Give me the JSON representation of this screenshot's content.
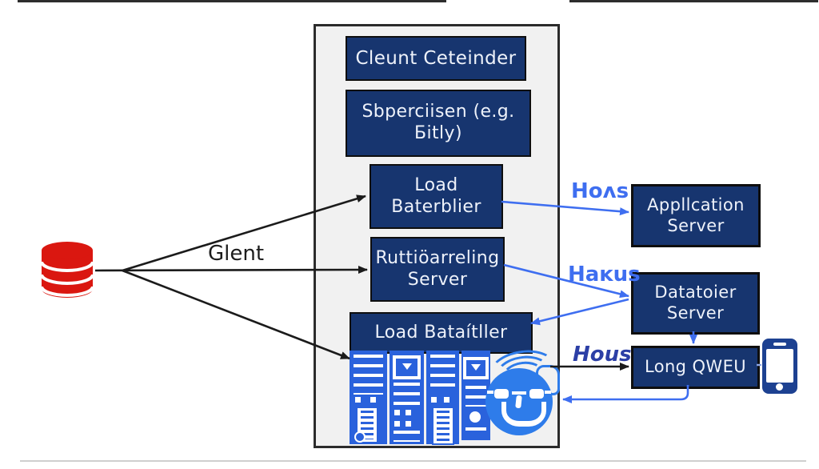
{
  "labels": {
    "client": "Glent",
    "edge_top": "Hoʌs",
    "edge_mid": "Haĸus",
    "edge_bottom": "Hous"
  },
  "center_boxes": {
    "box1": "Cleunt Ceteinder",
    "box2_line1": "Sbperciisen (e.g.",
    "box2_line2": "Бitly)",
    "box3_line1": "Load",
    "box3_line2": "Baterblier",
    "box4_line1": "Ruttiöarreling",
    "box4_line2": "Server",
    "box5": "Load Bataítller"
  },
  "right_boxes": {
    "application_line1": "Appllcation",
    "application_line2": "Server",
    "database_line1": "Datatoier",
    "database_line2": "Server",
    "queue": "Long QWEU"
  },
  "icons": {
    "database": "database-cylinder-icon",
    "server_racks": "server-rack-icons",
    "user_face": "user-face-icon",
    "phone": "smartphone-icon"
  },
  "colors": {
    "box_navy": "#17356f",
    "arrow_blue": "#3e6ef0",
    "label_dark_blue": "#2c3fa6",
    "arrow_black": "#1b1b1b",
    "database_red": "#da1710",
    "rack_blue": "#2a62dc",
    "face_blue": "#2e7cea",
    "phone_navy": "#1d4191",
    "container_fill": "#f1f1f1",
    "container_border": "#2b2b2b"
  }
}
